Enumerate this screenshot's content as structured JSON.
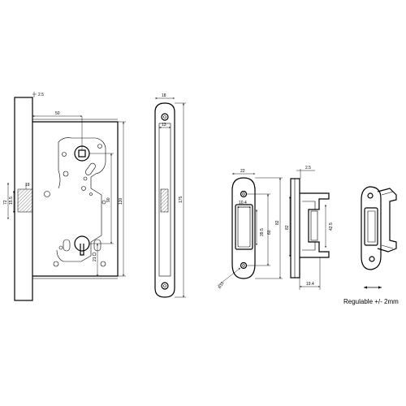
{
  "lock_body": {
    "dims": {
      "faceplate_offset": "2.5",
      "backset": "50",
      "latch_height": "18",
      "distance_total": "72",
      "thickness": "15.5",
      "handle_to_key": "90",
      "body_height": "130",
      "cylinder_offset": "21"
    }
  },
  "faceplate": {
    "dims": {
      "width": "18",
      "inner_width": "13",
      "length": "175"
    }
  },
  "strike_plate": {
    "dims": {
      "width": "22",
      "inner_width": "10.4",
      "opening": "39.5",
      "hole_spacing": "60",
      "length": "82",
      "radius": "R11"
    }
  },
  "strike_side": {
    "dims": {
      "flange": "2.5",
      "height": "42.5",
      "depth": "19.4"
    }
  },
  "note": {
    "adjustable": "Regulable +/- 2mm"
  }
}
